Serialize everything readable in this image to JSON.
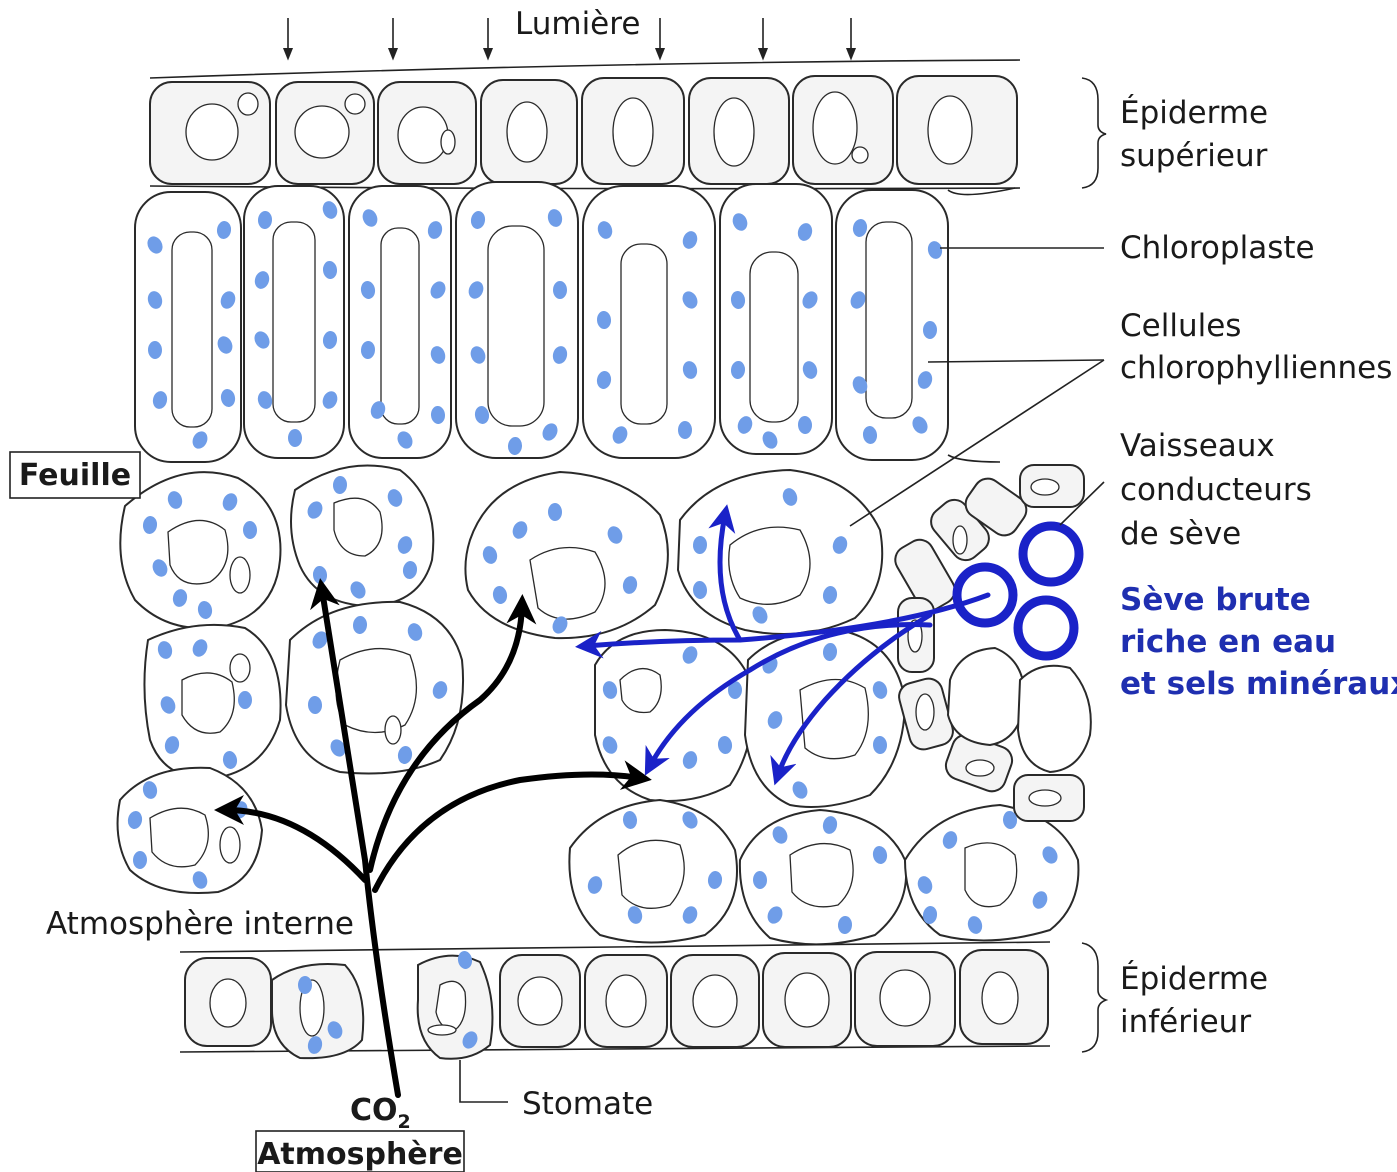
{
  "labels": {
    "lumiere": "Lumière",
    "epiderme_sup_1": "Épiderme",
    "epiderme_sup_2": "supérieur",
    "chloroplaste": "Chloroplaste",
    "cellules_1": "Cellules",
    "cellules_2": "chlorophylliennes",
    "vaisseaux_1": "Vaisseaux",
    "vaisseaux_2": "conducteurs",
    "vaisseaux_3": "de sève",
    "seve_1": "Sève brute",
    "seve_2": "riche en eau",
    "seve_3": "et sels minéraux",
    "feuille": "Feuille",
    "atmosphere_interne": "Atmosphère interne",
    "epiderme_inf_1": "Épiderme",
    "epiderme_inf_2": "inférieur",
    "co2": "CO",
    "co2_sub": "2",
    "stomate": "Stomate",
    "atmosphere": "Atmosphère"
  },
  "colors": {
    "chloroplast": "#6f9de8",
    "sap_arrow": "#1a22c8",
    "co2_arrow": "#000000",
    "sap_text": "#1f2fb0"
  }
}
